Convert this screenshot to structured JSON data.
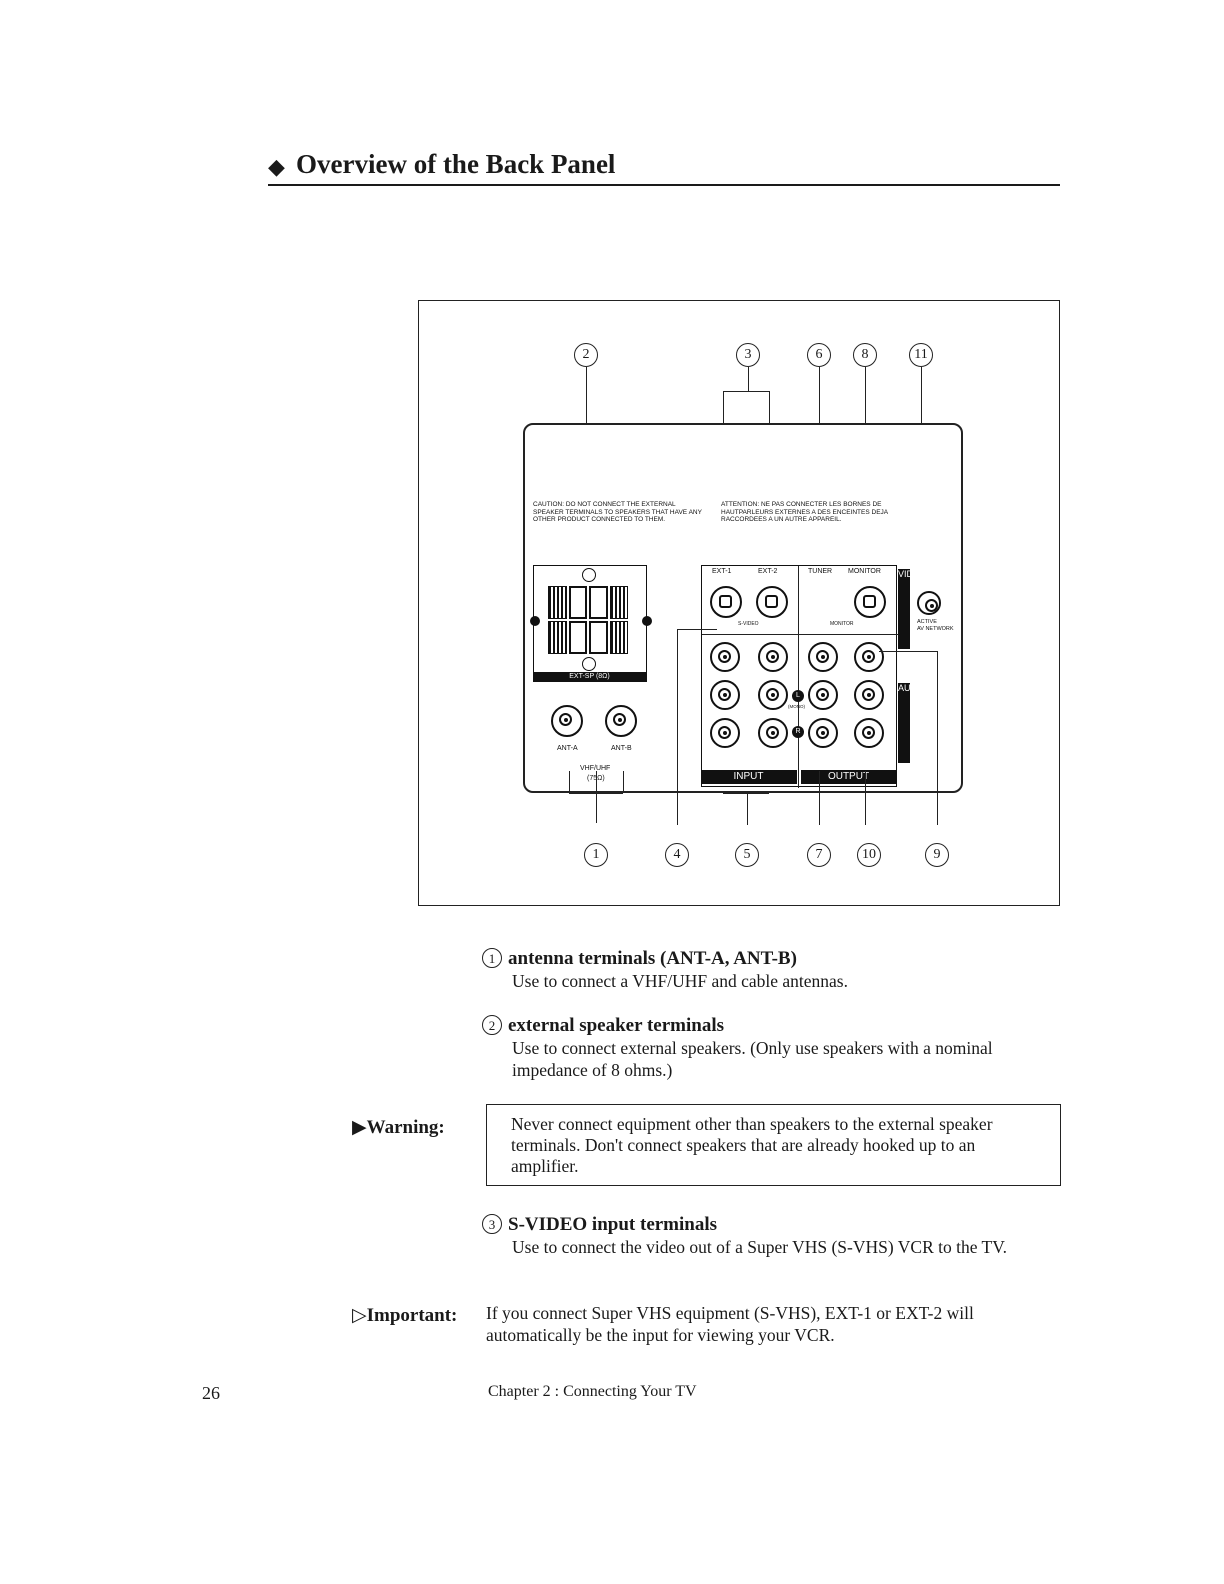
{
  "page": {
    "title": "Overview of the Back Panel",
    "title_bullet": "◆",
    "page_number": "26",
    "chapter": "Chapter  2 :  Connecting Your TV"
  },
  "figure": {
    "callouts_top": [
      "2",
      "3",
      "6",
      "8",
      "11"
    ],
    "callouts_bottom": [
      "1",
      "4",
      "5",
      "7",
      "10",
      "9"
    ],
    "caution_en": "CAUTION: DO NOT CONNECT THE EXTERNAL SPEAKER TERMINALS TO SPEAKERS THAT HAVE ANY OTHER PRODUCT CONNECTED TO THEM.",
    "caution_fr": "ATTENTION: NE PAS CONNECTER LES BORNES DE HAUTPARLEURS EXTERNES A DES ENCEINTES DEJA RACCORDEES A UN AUTRE APPAREIL.",
    "ext_sp_label": "EXT-SP (8Ω)",
    "ant_a": "ANT-A",
    "ant_b": "ANT-B",
    "vhf_uhf": "VHF/UHF",
    "ohms": "(75Ω)",
    "ext1": "EXT-1",
    "ext2": "EXT-2",
    "tuner": "TUNER",
    "monitor": "MONITOR",
    "svideo_label": "S-VIDEO",
    "monitor_label": "MONITOR",
    "active_label": "ACTIVE",
    "av_network": "AV NETWORK",
    "mono_label": "(MONO)",
    "input_label": "INPUT",
    "output_label": "OUTPUT",
    "video_vertical": "VIDEO",
    "audio_vertical": "AUDIO",
    "l_label": "L",
    "r_label": "R"
  },
  "items": [
    {
      "num": "1",
      "heading": "antenna terminals (ANT-A, ANT-B)",
      "text": "Use to connect a VHF/UHF and cable antennas."
    },
    {
      "num": "2",
      "heading": "external speaker terminals",
      "text": "Use to connect external speakers. (Only use speakers with a nominal impedance of 8 ohms.)"
    },
    {
      "num": "3",
      "heading": "S-VIDEO input terminals",
      "text": "Use to connect the video out of a Super VHS (S-VHS) VCR to the TV."
    }
  ],
  "warning": {
    "label": "▶Warning:",
    "text": "Never connect equipment other than speakers to the external speaker terminals. Don't connect speakers that are already hooked up to an amplifier."
  },
  "important": {
    "label": "▷Important:",
    "text": "If you connect Super VHS equipment (S-VHS), EXT-1 or EXT-2 will automatically be the input for viewing your VCR."
  }
}
